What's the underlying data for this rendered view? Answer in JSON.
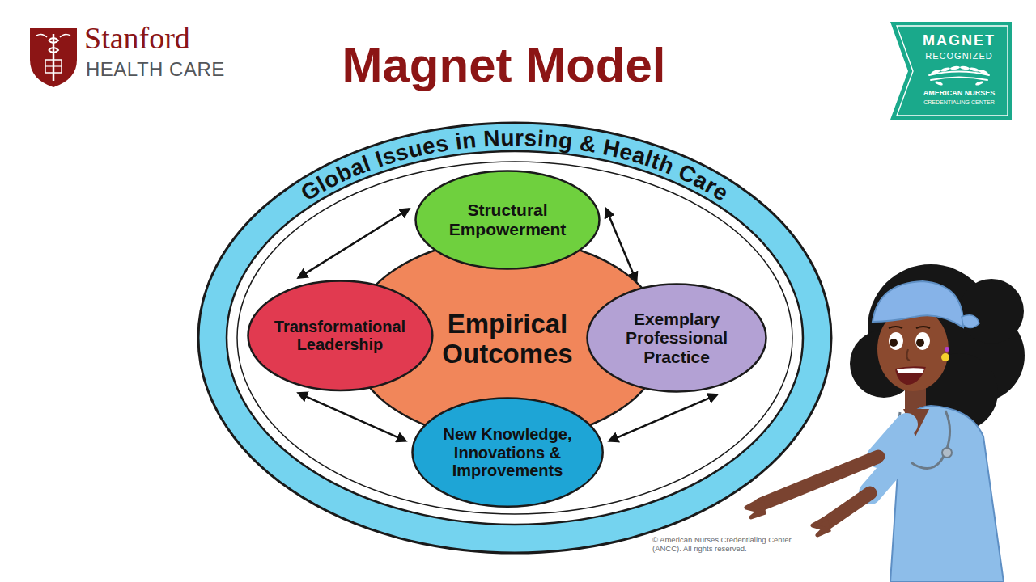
{
  "diagram": {
    "title": "Magnet Model",
    "nodes": [
      {
        "text": [
          "Global Issues in Nursing & Health Care"
        ]
      },
      {
        "text": [
          "Structural Empowerment"
        ],
        "in": 0
      },
      {
        "text": [
          "Transformational Leadership"
        ],
        "in": 0
      },
      {
        "text": [
          "Empirical Outcomes"
        ],
        "in": 0
      },
      {
        "text": [
          "Exemplary Professional Practice"
        ],
        "in": 0
      },
      {
        "text": [
          "New Knowledge, Innovations & Improvements"
        ],
        "in": 0
      }
    ],
    "edges": [
      {
        "from": 1,
        "to": 2,
        "arrow": "both"
      },
      {
        "from": 1,
        "to": 4,
        "arrow": "both"
      },
      {
        "from": 2,
        "to": 5,
        "arrow": "both"
      },
      {
        "from": 4,
        "to": 5,
        "arrow": "both"
      }
    ],
    "labels": [
      "Stanford",
      "HEALTH CARE",
      "MAGNET",
      "RECOGNIZED",
      "AMERICAN NURSES",
      "CREDENTIALING CENTER",
      "© American Nurses Credentialing Center (ANCC). All rights reserved."
    ]
  }
}
